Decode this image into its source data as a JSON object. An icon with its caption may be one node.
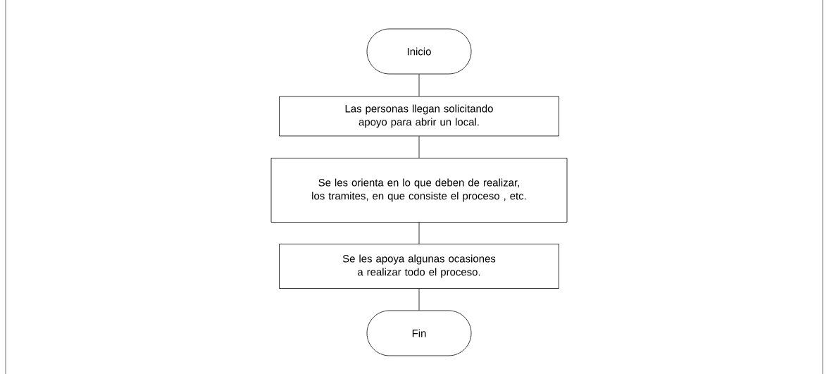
{
  "diagram": {
    "nodes": [
      {
        "text": [
          "Inicio"
        ]
      },
      {
        "text": [
          "Las personas llegan solicitando apoyo para abrir un local."
        ]
      },
      {
        "text": [
          "Se les orienta en lo que deben de realizar, los tramites, en que consiste el proceso , etc."
        ]
      },
      {
        "text": [
          "Se les apoya algunas ocasiones a realizar todo el proceso."
        ]
      },
      {
        "text": [
          "Fin"
        ]
      }
    ],
    "edges": [
      {
        "from": 0,
        "to": 1,
        "arrow": "none"
      },
      {
        "from": 1,
        "to": 2,
        "arrow": "none"
      },
      {
        "from": 2,
        "to": 3,
        "arrow": "none"
      },
      {
        "from": 3,
        "to": 4,
        "arrow": "none"
      }
    ]
  }
}
